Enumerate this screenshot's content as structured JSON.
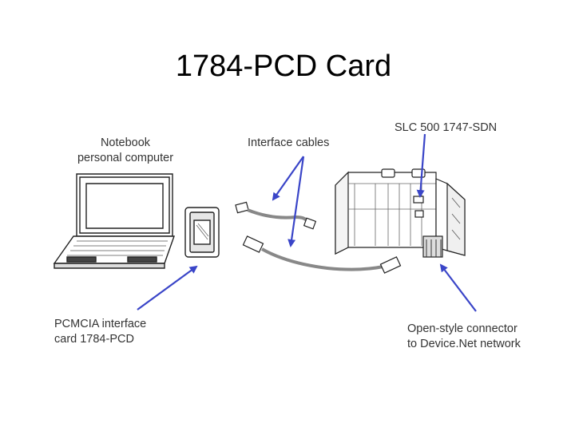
{
  "title": "1784-PCD Card",
  "labels": {
    "notebook": [
      "Notebook",
      "personal computer"
    ],
    "cables": "Interface cables",
    "slc": "SLC 500 1747-SDN",
    "pcmcia": [
      "PCMCIA interface",
      "card 1784-PCD"
    ],
    "connector": [
      "Open-style connector",
      "to Device.Net network"
    ]
  },
  "colors": {
    "arrow": "#3a45c8",
    "line": "#222222",
    "cable": "#888888"
  }
}
